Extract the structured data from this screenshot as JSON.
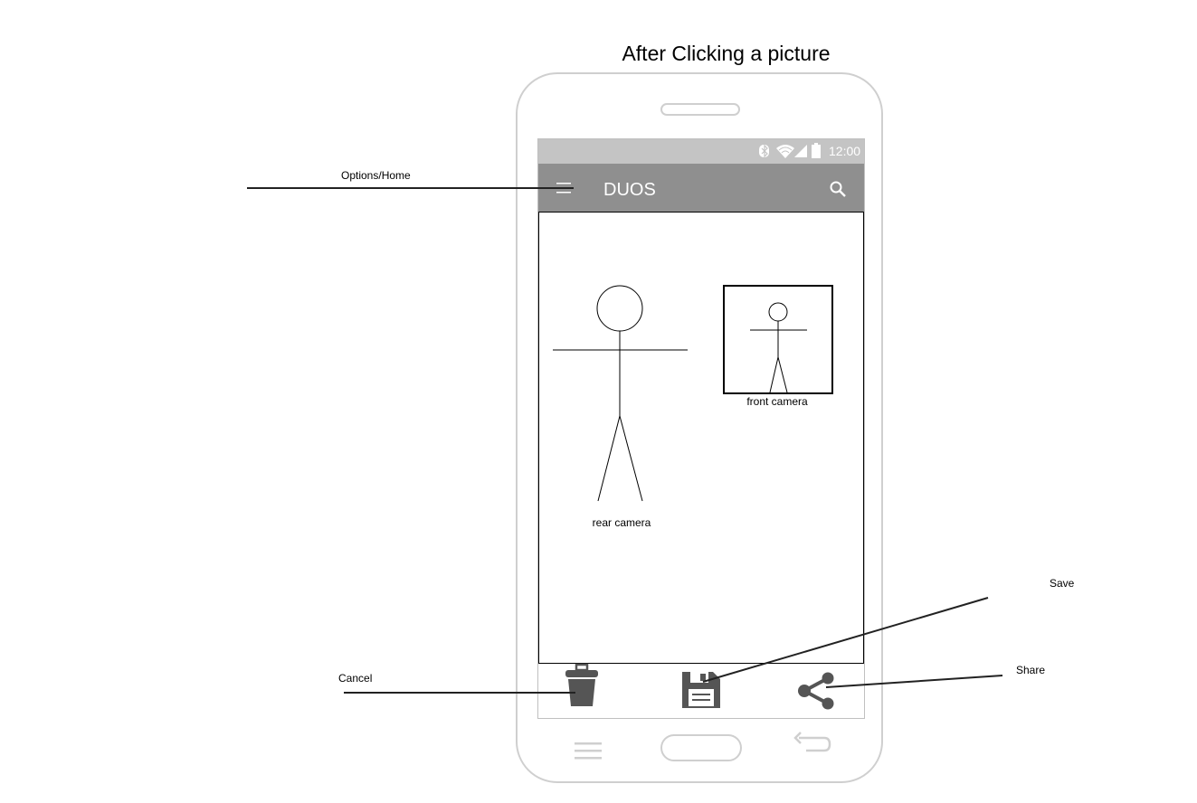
{
  "heading": "After Clicking a picture",
  "status_bar": {
    "time": "12:00",
    "icons": [
      "bluetooth-icon",
      "wifi-icon",
      "signal-icon",
      "battery-icon"
    ]
  },
  "app_bar": {
    "title": "DUOS",
    "icons": [
      "menu-icon",
      "search-icon"
    ]
  },
  "content": {
    "rear_camera_label": "rear camera",
    "front_camera_label": "front camera"
  },
  "actions": {
    "icons": [
      "trash-icon",
      "floppy-disk-icon",
      "share-icon"
    ]
  },
  "annotations": {
    "options_home": "Options/Home",
    "cancel": "Cancel",
    "save": "Save",
    "share": "Share"
  },
  "colors": {
    "app_bar": "#8f8f8f",
    "status_bar": "#c4c4c4",
    "icon_dark": "#555555",
    "phone_outline": "#cfcfcf"
  }
}
